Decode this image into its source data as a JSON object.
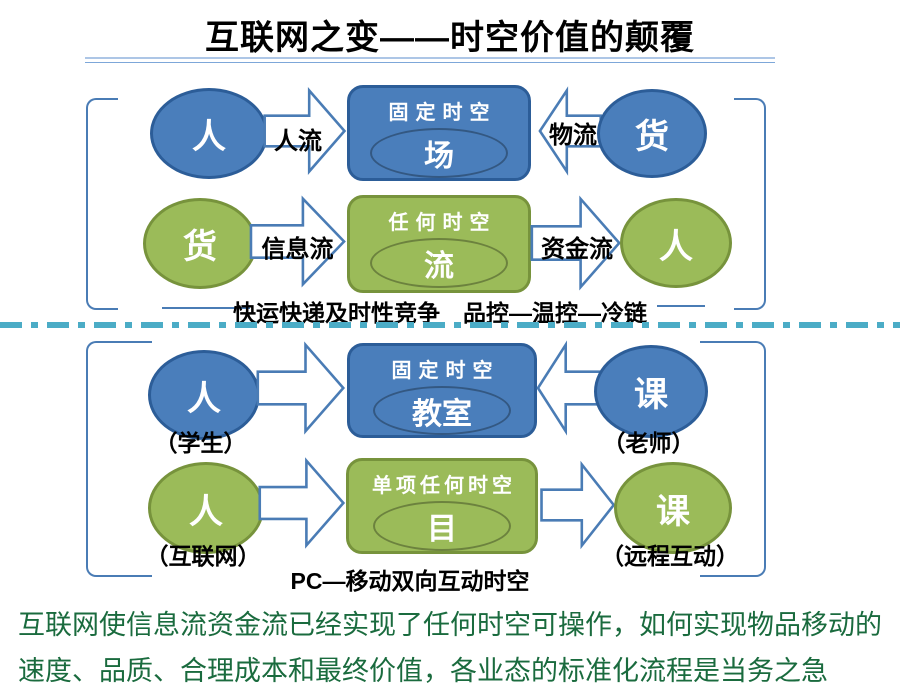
{
  "title": "互联网之变——时空价值的颠覆",
  "colors": {
    "shape_blue": "#4a7ebb",
    "shape_blue_border": "#2c5d98",
    "shape_green": "#9bbb59",
    "shape_green_border": "#77933c",
    "arrow_outline": "#4a7cb5",
    "divider_teal": "#4bacc6",
    "footer_text": "#1a6b3e"
  },
  "top": {
    "row1": {
      "left": "人",
      "arrow_in": "人流",
      "box_header": "固定时空",
      "box_core": "场",
      "arrow_out": "物流",
      "right": "货"
    },
    "row2": {
      "left": "货",
      "arrow_in": "信息流",
      "box_header": "任何时空",
      "box_core": "流",
      "arrow_out": "资金流",
      "right": "人"
    },
    "caption": "快运快递及时性竞争　品控—温控—冷链"
  },
  "bottom": {
    "row1": {
      "left": "人",
      "left_sub": "（学生）",
      "box_header": "固定时空",
      "box_core": "教室",
      "right": "课",
      "right_sub": "（老师）"
    },
    "row2": {
      "left": "人",
      "left_sub": "（互联网）",
      "box_header": "单项任何时空",
      "box_core": "目",
      "right": "课",
      "right_sub": "（远程互动）"
    },
    "caption": "PC—移动双向互动时空"
  },
  "footer": {
    "line1": "互联网使信息流资金流已经实现了任何时空可操作，如何实现物品移动的",
    "line2": "速度、品质、合理成本和最终价值，各业态的标准化流程是当务之急"
  }
}
